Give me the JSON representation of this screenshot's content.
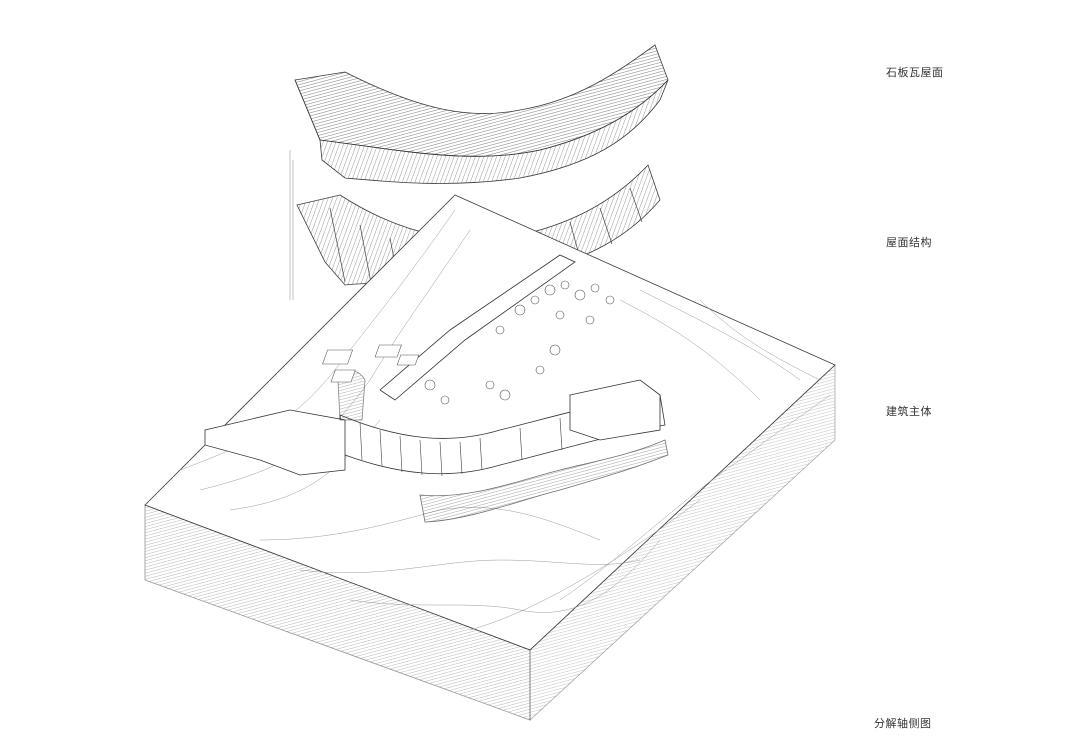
{
  "labels": {
    "roof_layer": "石板瓦屋面",
    "structure_layer": "屋面结构",
    "building_layer": "建筑主体",
    "diagram_title": "分解轴侧图"
  },
  "colors": {
    "line": "#3a3a3a",
    "background": "#ffffff"
  }
}
